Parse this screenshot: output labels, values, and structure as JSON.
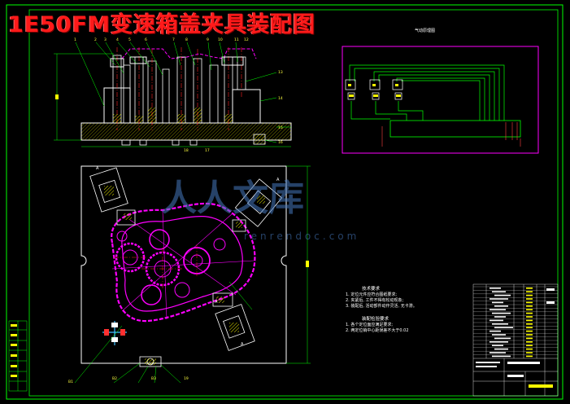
{
  "title": "1E50FM变速箱盖夹具装配图",
  "watermark": {
    "logo_text": "人人文库",
    "url": "renrendoc.com"
  },
  "pneumatic_title": "气动原理图",
  "tech_requirements": {
    "heading": "技术要求",
    "items": [
      "1. 定位元件应符合图纸要求;",
      "2. 夹紧后, 工件不得有松动现象;",
      "3. 装配后, 活动部件动作灵活, 无卡滞。"
    ]
  },
  "tech_requirements_2": {
    "heading": "装配检验要求",
    "items": [
      "1. 各个定位面应满足要求;",
      "2. 两定位销中心距误差不大于0.02"
    ]
  },
  "part_numbers_top": [
    "1",
    "2",
    "3",
    "4",
    "5",
    "6",
    "7",
    "8",
    "9",
    "10",
    "11",
    "12"
  ],
  "part_numbers_right": [
    "13",
    "14",
    "15",
    "16",
    "17",
    "18"
  ],
  "callouts_bottom": [
    "B1",
    "B2",
    "B3",
    "19"
  ],
  "colors": {
    "background": "#000000",
    "frame": "#00ff00",
    "title": "#ff1a1a",
    "workpiece": "#ff00ff",
    "fixture": "#ffffff",
    "hatch": "#ffff00",
    "pneumatic_frame": "#ff00ff",
    "watermark": "#4678be"
  }
}
